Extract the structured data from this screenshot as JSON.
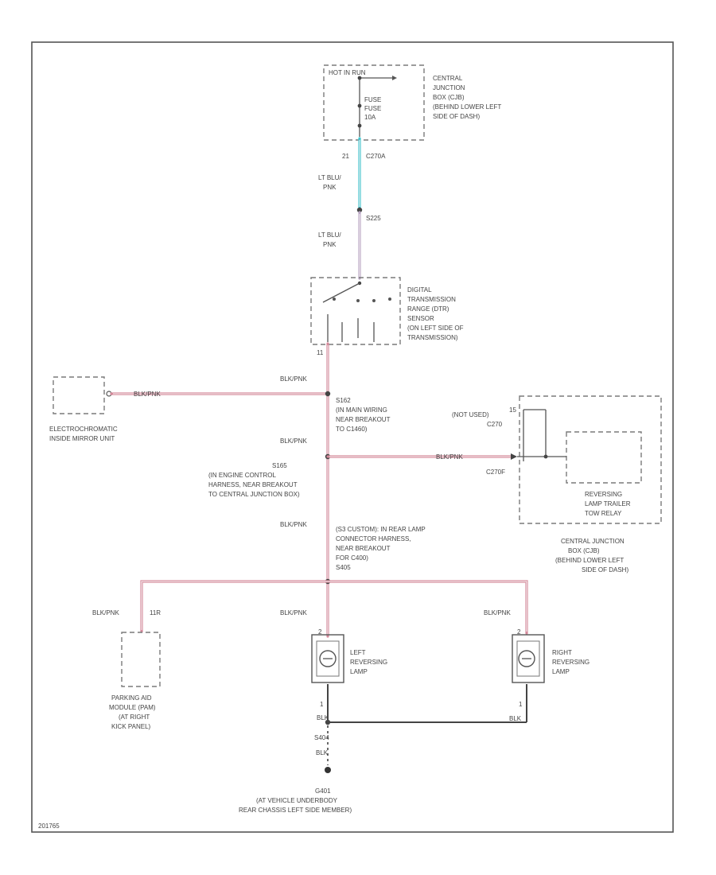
{
  "colors": {
    "wire_pink": "#d58a9b",
    "wire_cyan": "#3fc6cf",
    "wire_lt_blu_pnk": "#b9a6c4",
    "wire_black": "#444444",
    "outline": "#7a7a7a",
    "text": "#444444"
  },
  "diagram_id": "201765",
  "top_cjb": {
    "fuse_label": "HOT IN RUN",
    "fuse_name": [
      "FUSE",
      "FUSE",
      "10A"
    ],
    "description": [
      "CENTRAL",
      "JUNCTION",
      "BOX (CJB)",
      "(BEHIND LOWER LEFT",
      "SIDE OF DASH)"
    ],
    "pin": "21",
    "connector": "C270A"
  },
  "wire_lt_blu_pnk": {
    "label": [
      "LT BLU/",
      "PNK"
    ]
  },
  "splice_s225": "S225",
  "wire_lt_blu_pnk_2": {
    "label": [
      "LT BLU/",
      "PNK"
    ]
  },
  "dtr_sensor": {
    "description": [
      "DIGITAL",
      "TRANSMISSION",
      "RANGE (DTR)",
      "SENSOR",
      "(ON LEFT SIDE OF",
      "TRANSMISSION)"
    ],
    "pin": "11"
  },
  "wire_blk_pnk_1": "BLK/PNK",
  "mirror": {
    "wire_label": "BLK/PNK",
    "description": [
      "ELECTROCHROMATIC",
      "INSIDE MIRROR UNIT"
    ]
  },
  "splice_s162": {
    "label": [
      "S162",
      "(IN MAIN WIRING",
      "NEAR BREAKOUT",
      "TO C1460)"
    ]
  },
  "wire_blk_pnk_2": "BLK/PNK",
  "splice_s165": {
    "label": [
      "S165",
      "(IN ENGINE CONTROL",
      "HARNESS, NEAR BREAKOUT",
      "TO CENTRAL JUNCTION BOX)"
    ]
  },
  "right_cjb": {
    "hot_label": [
      "(NOT USED)",
      "C270"
    ],
    "pin_top": "15",
    "wire_label": "BLK/PNK",
    "connector": "C270F",
    "relay_label": [
      "REVERSING",
      "LAMP TRAILER",
      "TOW RELAY"
    ],
    "description": [
      "CENTRAL JUNCTION",
      "BOX (CJB)",
      "(BEHIND LOWER LEFT",
      "SIDE OF DASH)"
    ]
  },
  "wire_blk_pnk_3": "BLK/PNK",
  "splice_s201": {
    "label": [
      "(S3 CUSTOM): IN REAR LAMP",
      "CONNECTOR HARNESS,",
      "NEAR BREAKOUT",
      "FOR C400)",
      "S405"
    ]
  },
  "park_aid": {
    "wire_label": "BLK/PNK",
    "pin": "11R",
    "description": [
      "PARKING AID",
      "MODULE (PAM)",
      "(AT RIGHT",
      "KICK PANEL)"
    ]
  },
  "left_lamp": {
    "wire_label": "BLK/PNK",
    "description": [
      "LEFT",
      "REVERSING",
      "LAMP"
    ],
    "pin_top": "2",
    "pin_bottom": "1"
  },
  "right_lamp": {
    "wire_label": "BLK/PNK",
    "description": [
      "RIGHT",
      "REVERSING",
      "LAMP"
    ],
    "pin_top": "2",
    "pin_bottom": "1"
  },
  "ground": {
    "wire_top": "BLK",
    "wire_right": "BLK",
    "splice": "S404",
    "wire_bottom": "BLK",
    "name": "G401",
    "description": [
      "(AT VEHICLE UNDERBODY",
      "REAR CHASSIS LEFT SIDE MEMBER)"
    ]
  }
}
